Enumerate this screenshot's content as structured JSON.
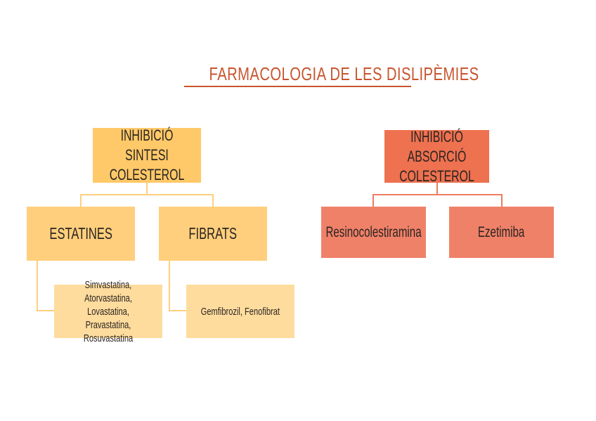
{
  "title": "FARMACOLOGIA DE LES DISLIPÈMIES",
  "colors": {
    "title": "#c8552f",
    "yellow_root": "#ffc969",
    "yellow_child": "#ffcf7d",
    "yellow_leaf": "#fedc9e",
    "red_root": "#ee7150",
    "red_child": "#ef8169",
    "text": "#2a2420"
  },
  "branches": {
    "synthesis": {
      "root": "INHIBICIÓ SINTESI\nCOLESTEROL",
      "children": [
        {
          "label": "ESTATINES",
          "drugs": "Simvastatina, Atorvastatina,\nLovastatina, Pravastatina,\nRosuvastatina"
        },
        {
          "label": "FIBRATS",
          "drugs": "Gemfibrozil, Fenofibrat"
        }
      ]
    },
    "absorption": {
      "root": "INHIBICIÓ ABSORCIÓ\nCOLESTEROL",
      "children": [
        {
          "label": "Resinocolestiramina"
        },
        {
          "label": "Ezetimiba"
        }
      ]
    }
  }
}
